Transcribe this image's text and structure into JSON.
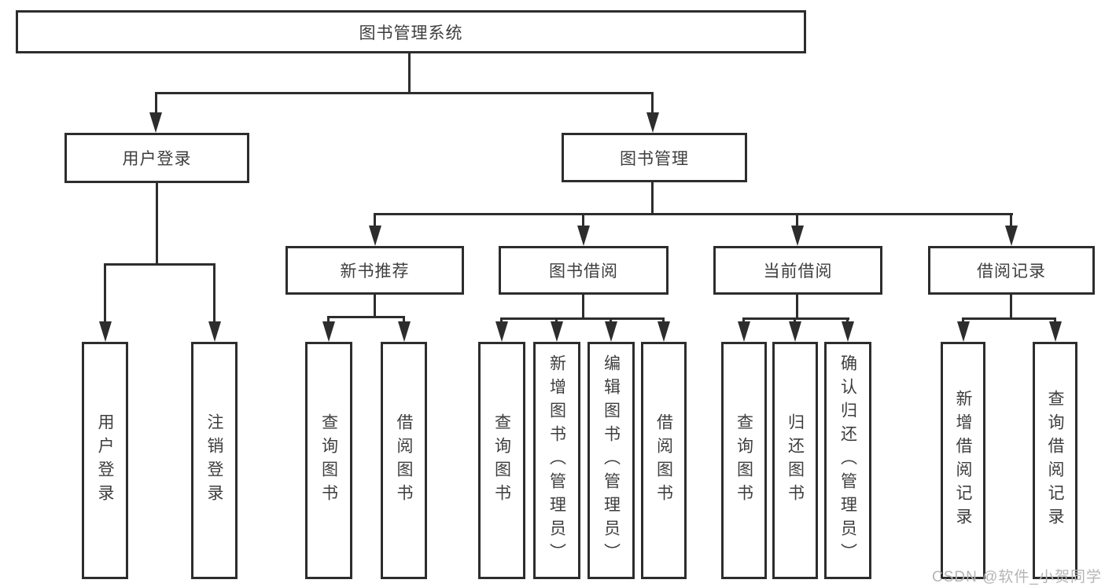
{
  "colors": {
    "line": "#2d2d2d",
    "text": "#3e3e3e",
    "watermark_gray": "#b5b5b5",
    "background": "#ffffff"
  },
  "tree": {
    "root": {
      "label": "图书管理系统"
    },
    "branches": [
      {
        "label": "用户登录",
        "leaves": [
          {
            "label": "用户登录"
          },
          {
            "label": "注销登录"
          }
        ]
      },
      {
        "label": "图书管理",
        "children": [
          {
            "label": "新书推荐",
            "leaves": [
              {
                "label": "查询图书"
              },
              {
                "label": "借阅图书"
              }
            ]
          },
          {
            "label": "图书借阅",
            "leaves": [
              {
                "label": "查询图书"
              },
              {
                "label": "新增图书（管理员）"
              },
              {
                "label": "编辑图书（管理员）"
              },
              {
                "label": "借阅图书"
              }
            ]
          },
          {
            "label": "当前借阅",
            "leaves": [
              {
                "label": "查询图书"
              },
              {
                "label": "归还图书"
              },
              {
                "label": "确认归还（管理员）"
              }
            ]
          },
          {
            "label": "借阅记录",
            "leaves": [
              {
                "label": "新增借阅记录"
              },
              {
                "label": "查询借阅记录"
              }
            ]
          }
        ]
      }
    ]
  },
  "watermark": {
    "text": "CSDN @软件_小贺同学"
  }
}
